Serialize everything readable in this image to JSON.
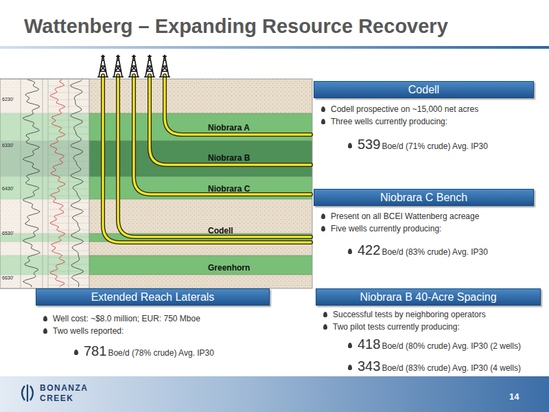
{
  "diagram": {
    "title": "Wattenberg – Expanding Resource Recovery",
    "nodes": [
      {
        "text": [
          "Niobrara A"
        ]
      },
      {
        "text": [
          "Niobrara B"
        ]
      },
      {
        "text": [
          "Niobrara C"
        ]
      },
      {
        "text": [
          "Codell"
        ]
      },
      {
        "text": [
          "Greenhorn"
        ]
      },
      {
        "text": [
          "Codell",
          "Codell prospective on ~15,000 net acres",
          "Three wells currently producing:",
          "539",
          "Boe/d (71% crude) Avg. IP30"
        ]
      },
      {
        "text": [
          "Niobrara C Bench",
          "Present on all BCEI Wattenberg acreage",
          "Five wells currently producing:",
          "422",
          "Boe/d (83% crude) Avg. IP30"
        ]
      },
      {
        "text": [
          "Extended Reach Laterals",
          "Well cost: ~$8.0 million; EUR: 750 Mboe",
          "Two wells reported:",
          "781",
          "Boe/d (78% crude) Avg. IP30"
        ]
      },
      {
        "text": [
          "Niobrara B 40-Acre Spacing",
          "Successful tests by neighboring operators",
          "Two pilot tests currently producing:",
          "418",
          "Boe/d (80% crude) Avg. IP30 (2 wells)",
          "343",
          "Boe/d (83% crude) Avg. IP30 (4 wells)"
        ]
      }
    ],
    "labels": [
      "6230'",
      "6330'",
      "6430'",
      "6530'",
      "6630'",
      "BONANZA",
      "CREEK",
      "14"
    ]
  }
}
